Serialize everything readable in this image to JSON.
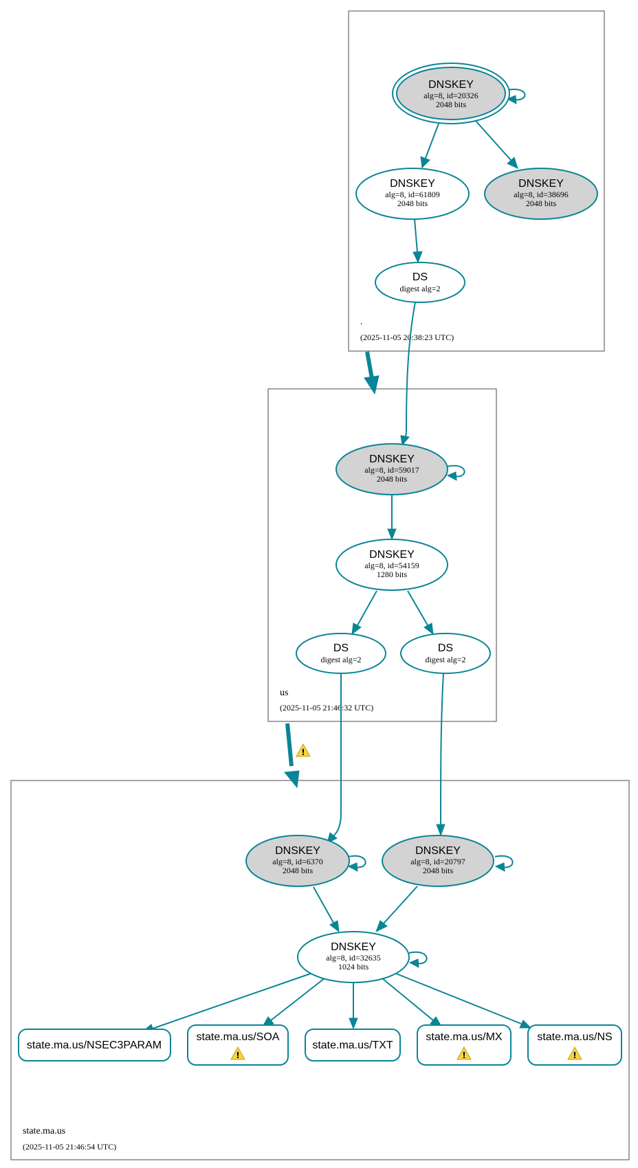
{
  "zones": {
    "root": {
      "name": ".",
      "timestamp": "(2025-11-05 20:38:23 UTC)"
    },
    "us": {
      "name": "us",
      "timestamp": "(2025-11-05 21:46:32 UTC)"
    },
    "state": {
      "name": "state.ma.us",
      "timestamp": "(2025-11-05 21:46:54 UTC)"
    }
  },
  "nodes": {
    "root_ksk": {
      "title": "DNSKEY",
      "line1": "alg=8, id=20326",
      "line2": "2048 bits"
    },
    "root_zsk": {
      "title": "DNSKEY",
      "line1": "alg=8, id=61809",
      "line2": "2048 bits"
    },
    "root_k38696": {
      "title": "DNSKEY",
      "line1": "alg=8, id=38696",
      "line2": "2048 bits"
    },
    "root_ds": {
      "title": "DS",
      "line1": "digest alg=2"
    },
    "us_ksk": {
      "title": "DNSKEY",
      "line1": "alg=8, id=59017",
      "line2": "2048 bits"
    },
    "us_zsk": {
      "title": "DNSKEY",
      "line1": "alg=8, id=54159",
      "line2": "1280 bits"
    },
    "us_ds1": {
      "title": "DS",
      "line1": "digest alg=2"
    },
    "us_ds2": {
      "title": "DS",
      "line1": "digest alg=2"
    },
    "st_k6370": {
      "title": "DNSKEY",
      "line1": "alg=8, id=6370",
      "line2": "2048 bits"
    },
    "st_k20797": {
      "title": "DNSKEY",
      "line1": "alg=8, id=20797",
      "line2": "2048 bits"
    },
    "st_zsk": {
      "title": "DNSKEY",
      "line1": "alg=8, id=32635",
      "line2": "1024 bits"
    }
  },
  "rrsets": {
    "nsec3param": "state.ma.us/NSEC3PARAM",
    "soa": "state.ma.us/SOA",
    "txt": "state.ma.us/TXT",
    "mx": "state.ma.us/MX",
    "ns": "state.ma.us/NS"
  },
  "colors": {
    "edge": "#0a8595",
    "node_fill_grey": "#d3d3d3",
    "warning": "#f3d34a"
  },
  "icons": {
    "warning": "warning-icon"
  }
}
